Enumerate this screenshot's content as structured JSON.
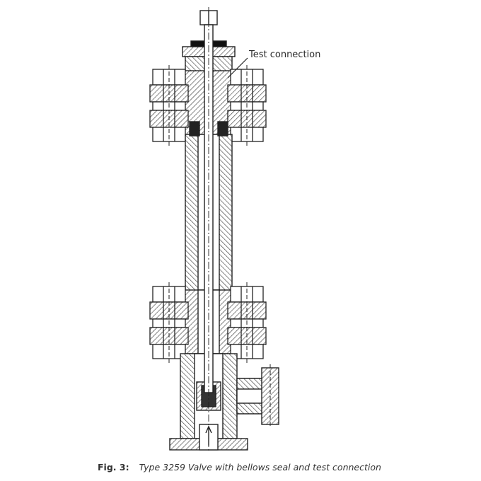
{
  "labels": {
    "test_connection": "Test connection"
  },
  "caption": {
    "fig": "Fig. 3:",
    "text": "Type 3259 Valve with bellows seal and test connection"
  }
}
